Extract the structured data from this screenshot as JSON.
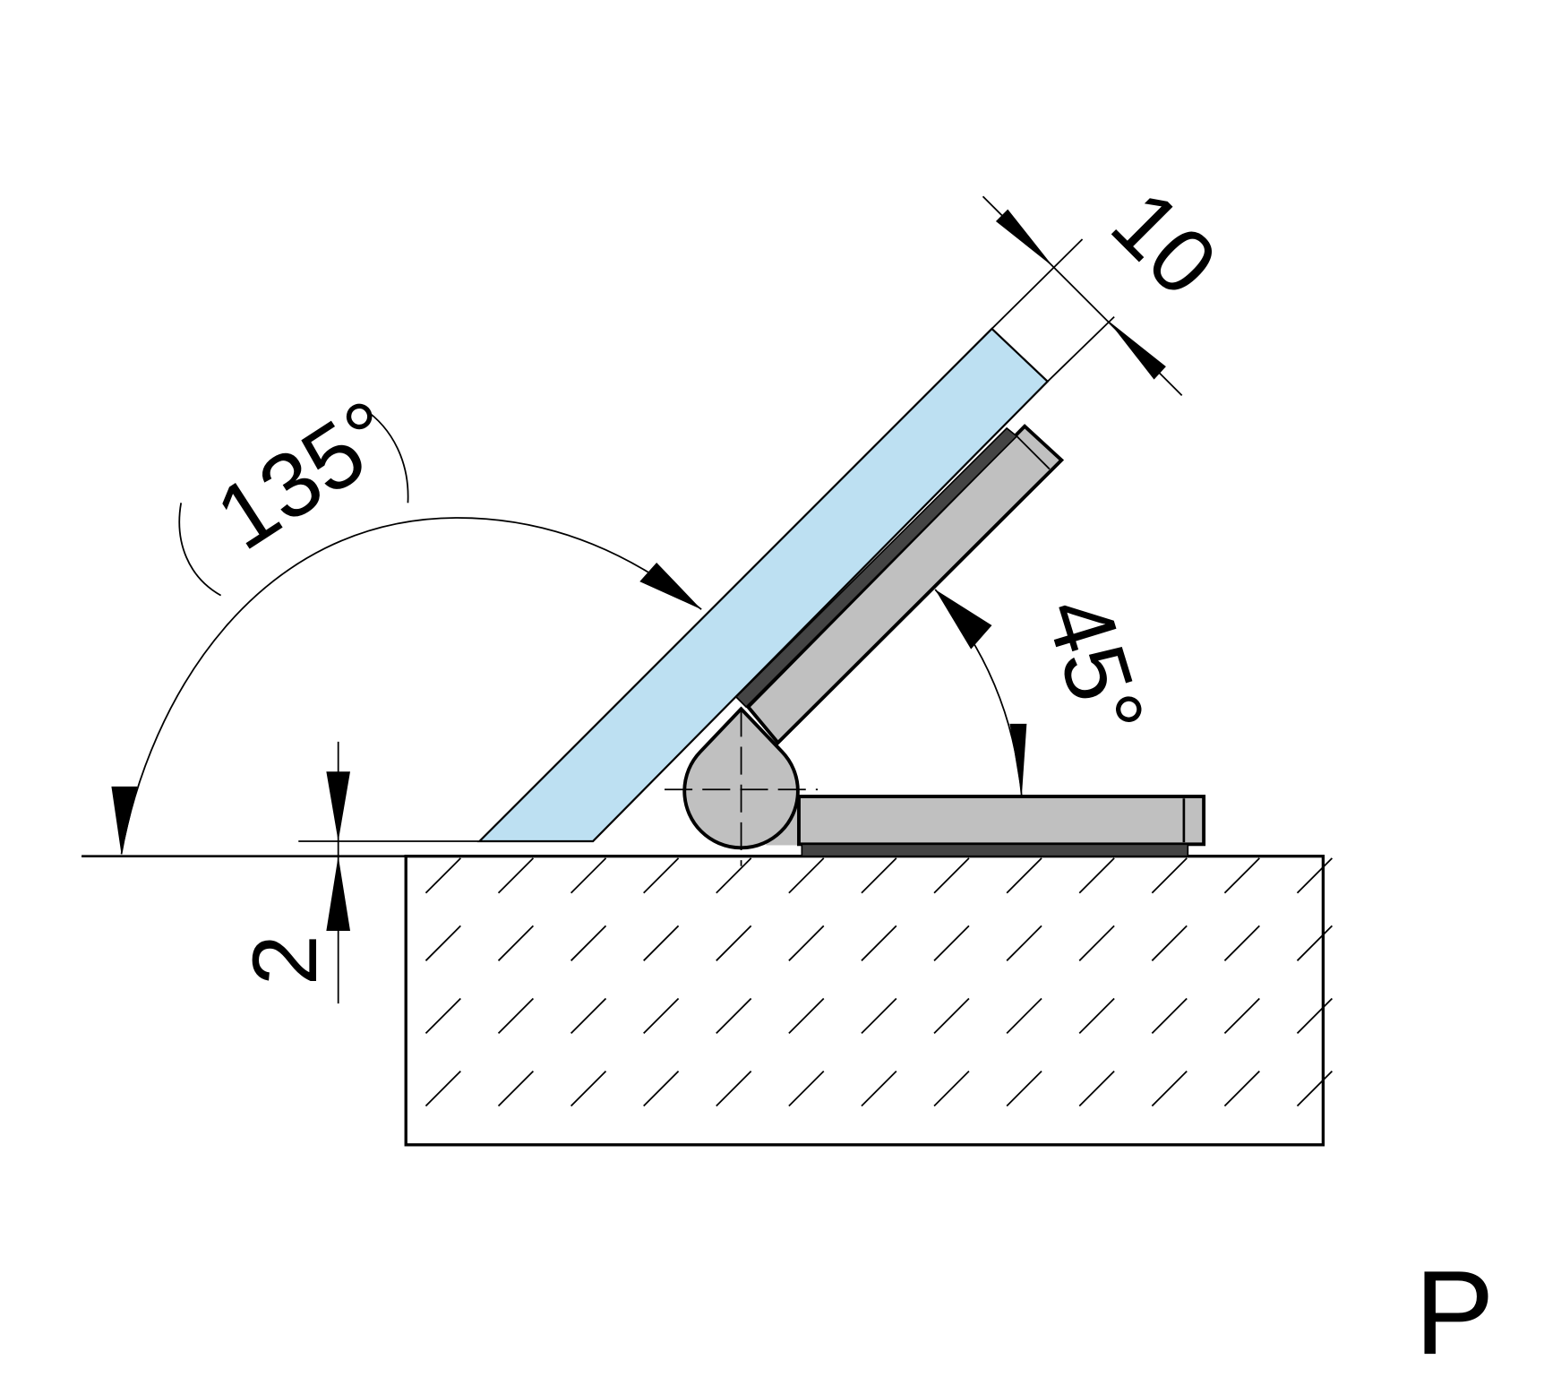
{
  "drawing": {
    "angle_open": "135°",
    "angle_arm": "45°",
    "dim_thickness": "10",
    "dim_gap": "2",
    "view_label": "P"
  },
  "colors": {
    "glass": "#bde0f2",
    "metal": "#c0c0c0",
    "gasket": "#444444",
    "line": "#000000"
  }
}
